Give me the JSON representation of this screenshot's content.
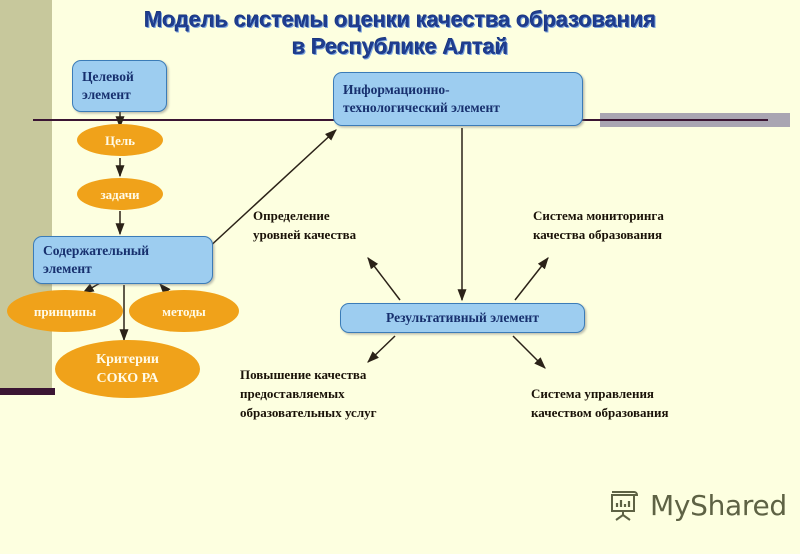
{
  "slide": {
    "title": "Модель системы оценки качества образования\nв Республике Алтай",
    "background_color": "#fdffe0",
    "accent_box_color": "#9dcdf0",
    "accent_ellipse_color": "#f0a21a",
    "title_color": "#1f3d8f",
    "left_band_color": "#c7c89c",
    "rule_color": "#3b1533"
  },
  "diagram": {
    "type": "flow-diagram",
    "boxes": [
      {
        "id": "target",
        "label": "Целевой\nэлемент"
      },
      {
        "id": "info",
        "label": "Информационно-\nтехнологический элемент"
      },
      {
        "id": "content",
        "label": "Содержательный\nэлемент"
      },
      {
        "id": "result",
        "label": "Результативный элемент"
      }
    ],
    "ellipses": [
      {
        "id": "goal",
        "label": "Цель"
      },
      {
        "id": "tasks",
        "label": "задачи"
      },
      {
        "id": "principles",
        "label": "принципы"
      },
      {
        "id": "methods",
        "label": "методы"
      },
      {
        "id": "criteria",
        "label": "Критерии\nСОКО РА"
      }
    ],
    "labels": [
      {
        "id": "levels",
        "label": "Определение\nуровней качества"
      },
      {
        "id": "monitor",
        "label": "Система мониторинга\nкачества образования"
      },
      {
        "id": "improve",
        "label": "Повышение качества\nпредоставляемых\nобразовательных услуг"
      },
      {
        "id": "mgmt",
        "label": "Система управления\nкачеством образования"
      }
    ],
    "connections": [
      {
        "from": "target",
        "to": "goal"
      },
      {
        "from": "goal",
        "to": "tasks"
      },
      {
        "from": "tasks",
        "to": "content"
      },
      {
        "from": "content",
        "to": "principles"
      },
      {
        "from": "content",
        "to": "methods"
      },
      {
        "from": "content",
        "to": "criteria"
      },
      {
        "from": "content",
        "to": "info"
      },
      {
        "from": "info",
        "to": "result"
      },
      {
        "from": "result",
        "to": "levels"
      },
      {
        "from": "result",
        "to": "monitor"
      },
      {
        "from": "result",
        "to": "improve"
      },
      {
        "from": "result",
        "to": "mgmt"
      }
    ]
  },
  "watermark": {
    "text": "MyShared",
    "icon": "presentation-board-icon"
  }
}
